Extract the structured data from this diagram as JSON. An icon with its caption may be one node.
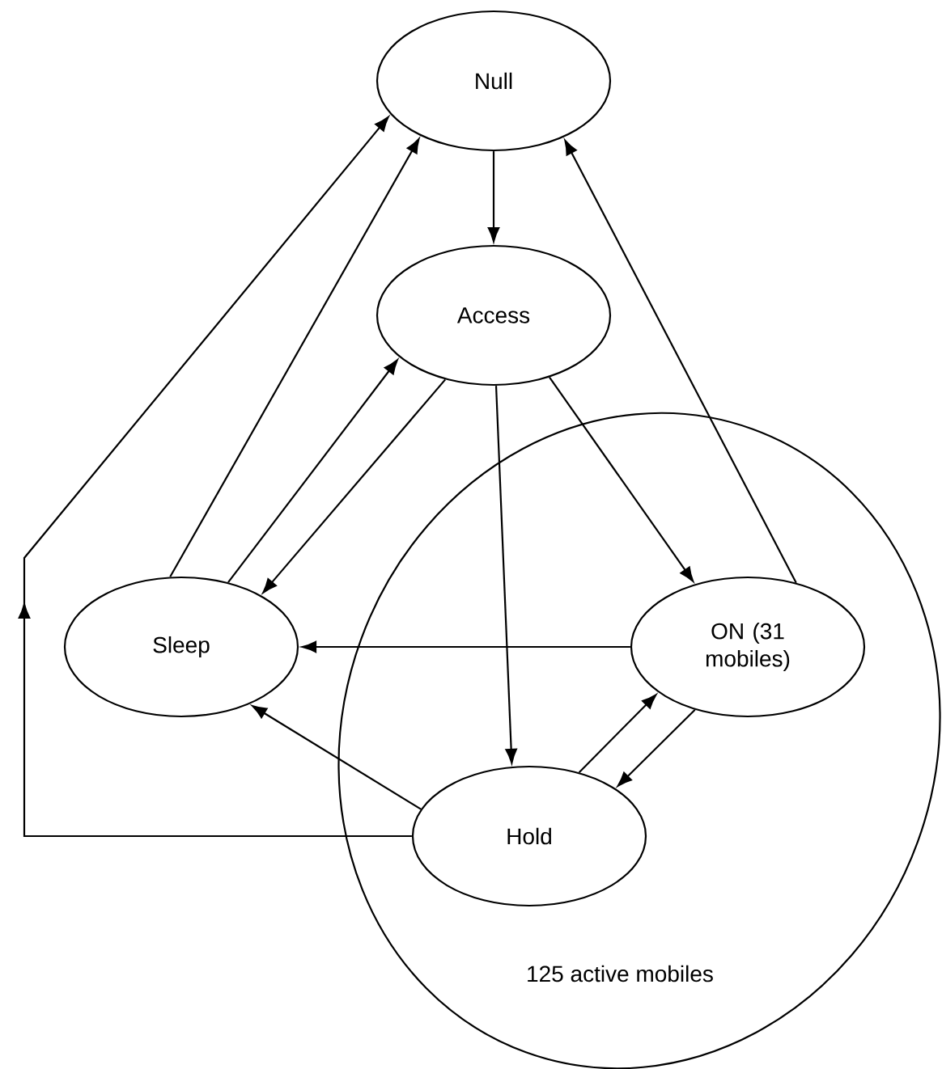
{
  "diagram": {
    "nodes": [
      {
        "text": [
          "Null"
        ]
      },
      {
        "text": [
          "Access"
        ]
      },
      {
        "text": [
          "Sleep"
        ]
      },
      {
        "text": [
          "125 active mobiles"
        ]
      },
      {
        "text": [
          "ON (31 mobiles)"
        ],
        "in": 3
      },
      {
        "text": [
          "Hold"
        ],
        "in": 3
      }
    ],
    "edges": [
      {
        "from": 0,
        "to": 1,
        "arrow": "to"
      },
      {
        "from": 5,
        "to": 0,
        "arrow": "to"
      },
      {
        "from": 2,
        "to": 0,
        "arrow": "to"
      },
      {
        "from": 2,
        "to": 1,
        "arrow": "to"
      },
      {
        "from": 1,
        "to": 2,
        "arrow": "to"
      },
      {
        "from": 1,
        "to": 5,
        "arrow": "to"
      },
      {
        "from": 1,
        "to": 4,
        "arrow": "to"
      },
      {
        "from": 4,
        "to": 0,
        "arrow": "to"
      },
      {
        "from": 4,
        "to": 2,
        "arrow": "to"
      },
      {
        "from": 4,
        "to": 5,
        "arrow": "to"
      },
      {
        "from": 5,
        "to": 4,
        "arrow": "to"
      },
      {
        "from": 5,
        "to": 2,
        "arrow": "to"
      }
    ]
  }
}
